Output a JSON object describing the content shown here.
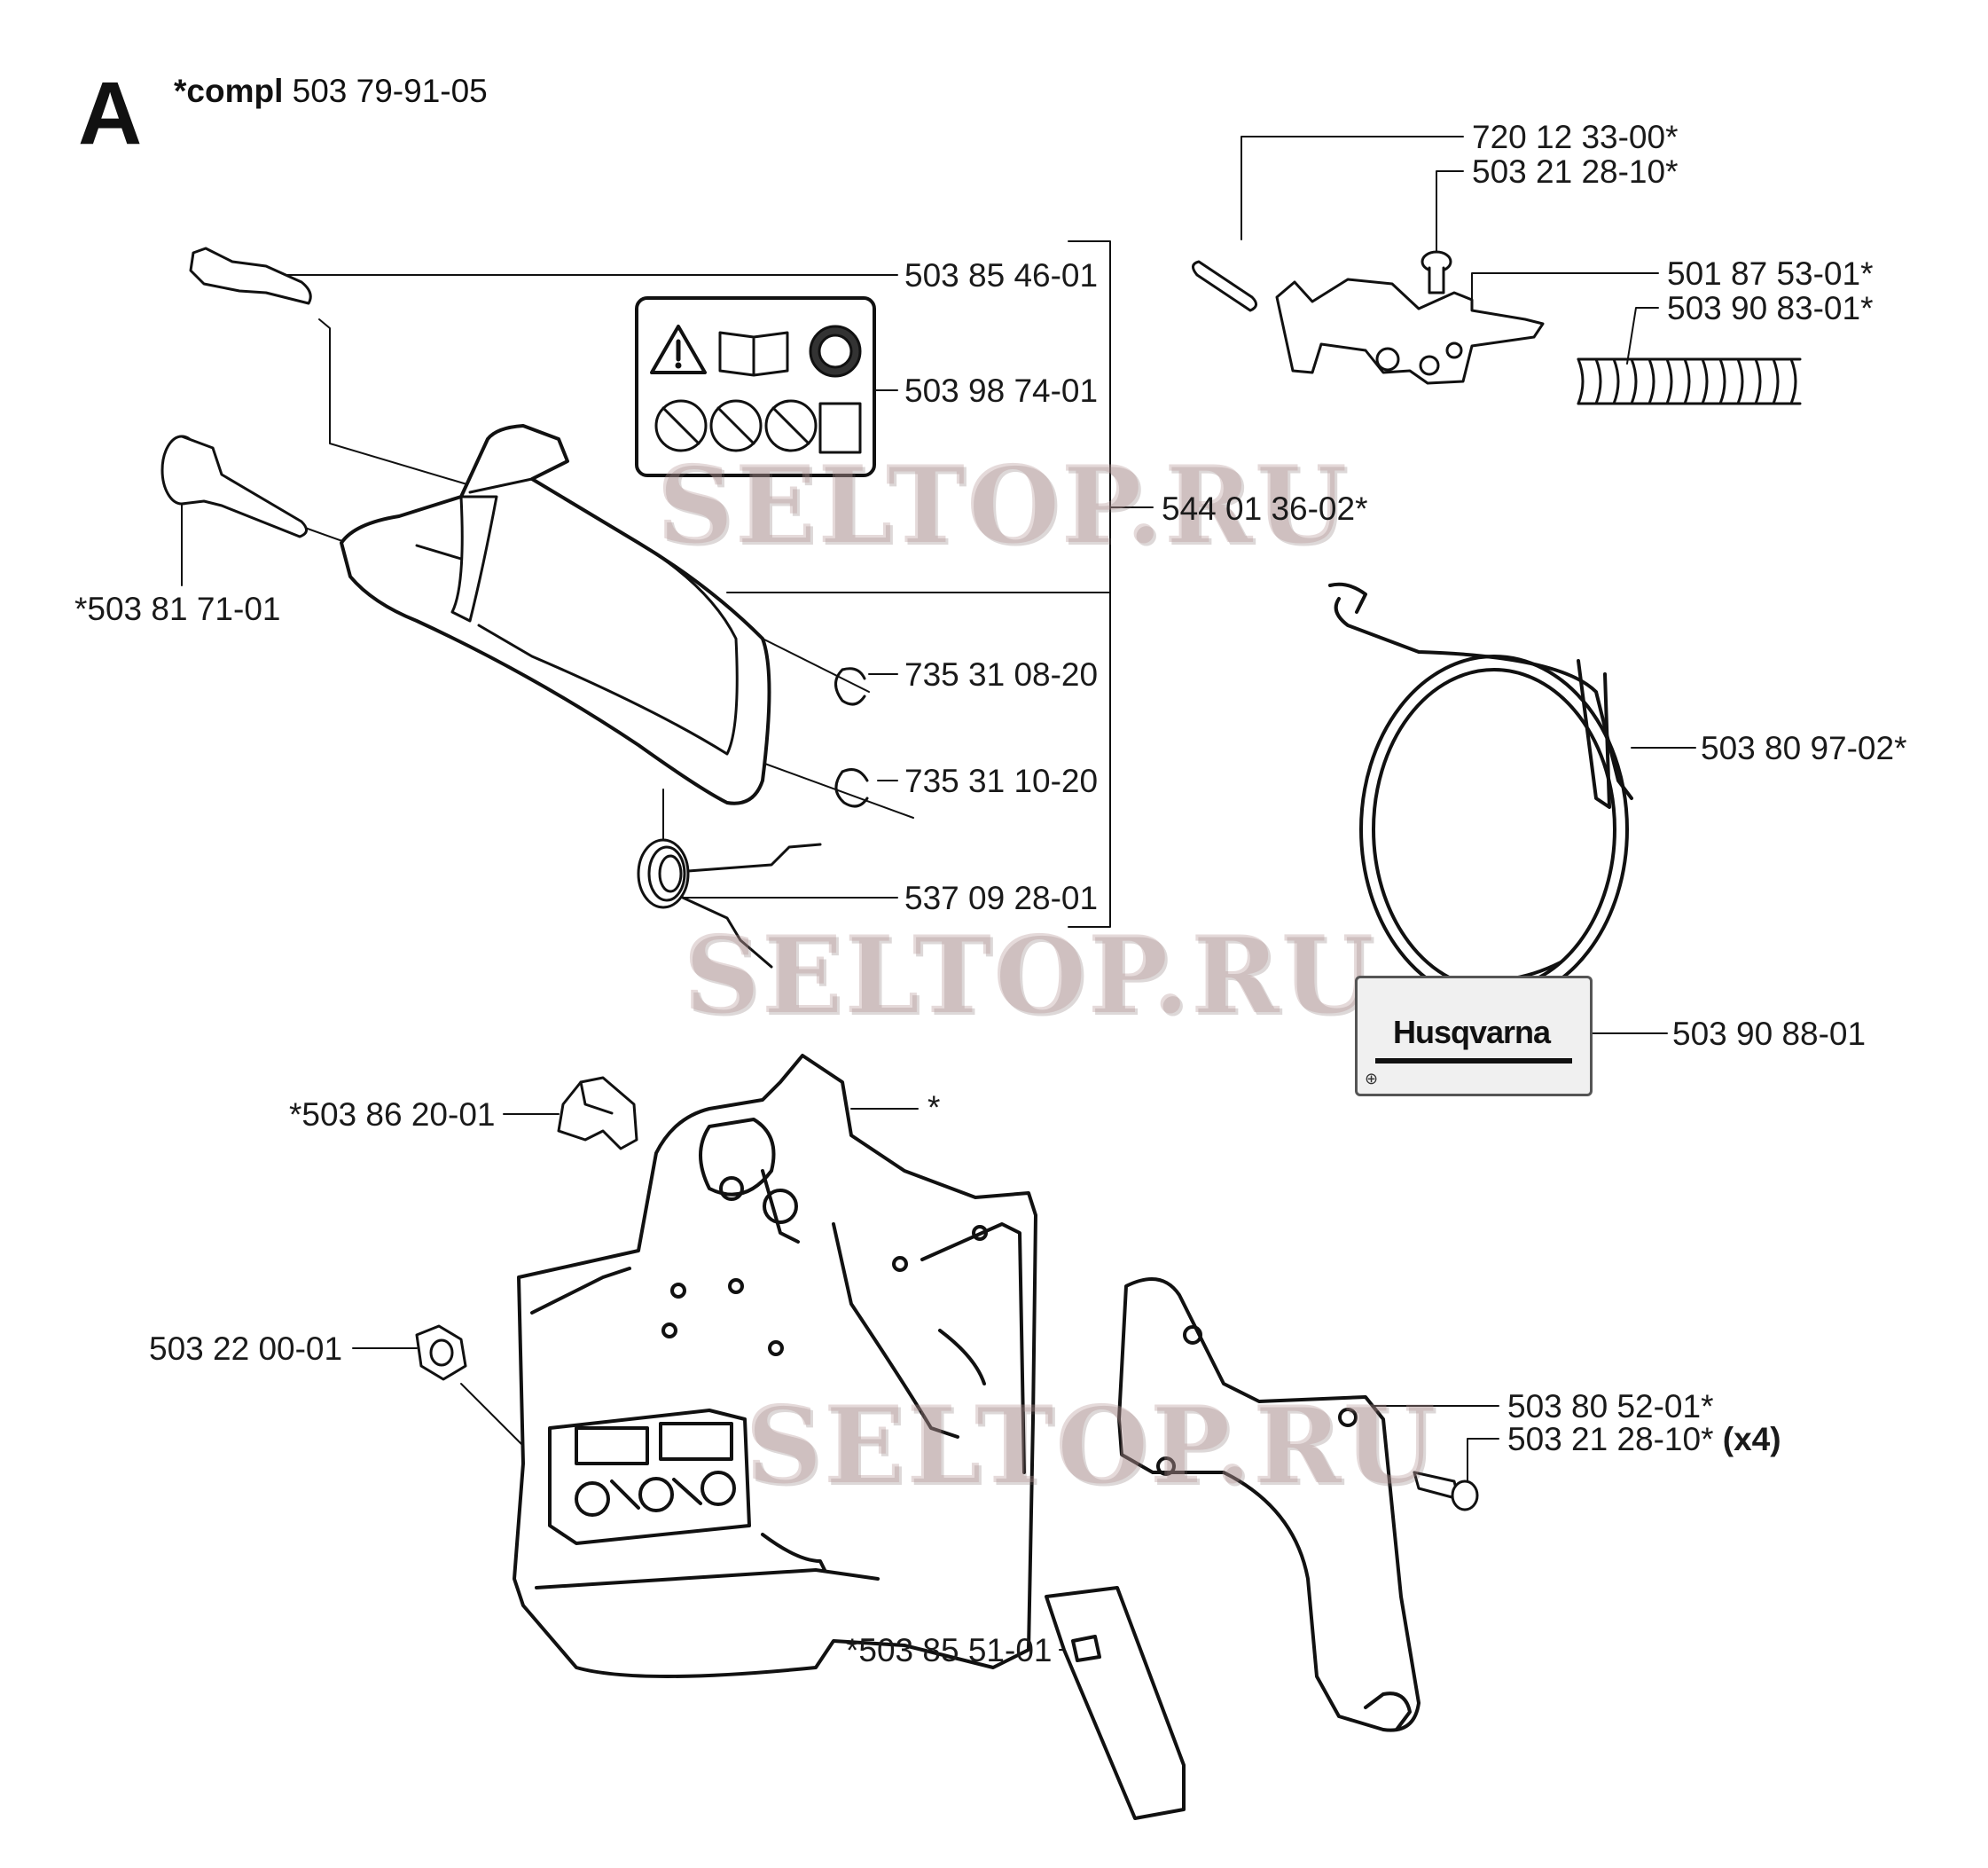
{
  "section": "A",
  "assembly": {
    "prefix": "*compl",
    "number": "503 79-91-05"
  },
  "parts": [
    {
      "id": "p1",
      "label": "720 12 33-00*"
    },
    {
      "id": "p2",
      "label": "503 21 28-10*"
    },
    {
      "id": "p3",
      "label": "501 87 53-01*"
    },
    {
      "id": "p4",
      "label": "503 90 83-01*"
    },
    {
      "id": "p5",
      "label": "503 85 46-01"
    },
    {
      "id": "p6",
      "label": "503 98 74-01"
    },
    {
      "id": "p7",
      "label": "544 01 36-02*"
    },
    {
      "id": "p8",
      "label": "*503 81 71-01"
    },
    {
      "id": "p9",
      "label": "735 31 08-20"
    },
    {
      "id": "p10",
      "label": "735 31 10-20"
    },
    {
      "id": "p11",
      "label": "537 09 28-01"
    },
    {
      "id": "p12",
      "label": "503 80 97-02*"
    },
    {
      "id": "p13",
      "label": "503 90 88-01"
    },
    {
      "id": "p14",
      "label": "*503 86 20-01"
    },
    {
      "id": "p15",
      "label": "*"
    },
    {
      "id": "p16",
      "label": "503 22 00-01"
    },
    {
      "id": "p17",
      "label": "503 80 52-01*"
    },
    {
      "id": "p18",
      "label": "503 21 28-10*",
      "qty": "(x4)"
    },
    {
      "id": "p19",
      "label": "*503 85 51-01"
    }
  ],
  "brand_plate_text": "Husqvarna",
  "watermarks": [
    "SELTOP.RU",
    "SELTOP.RU",
    "SELTOP.RU"
  ]
}
